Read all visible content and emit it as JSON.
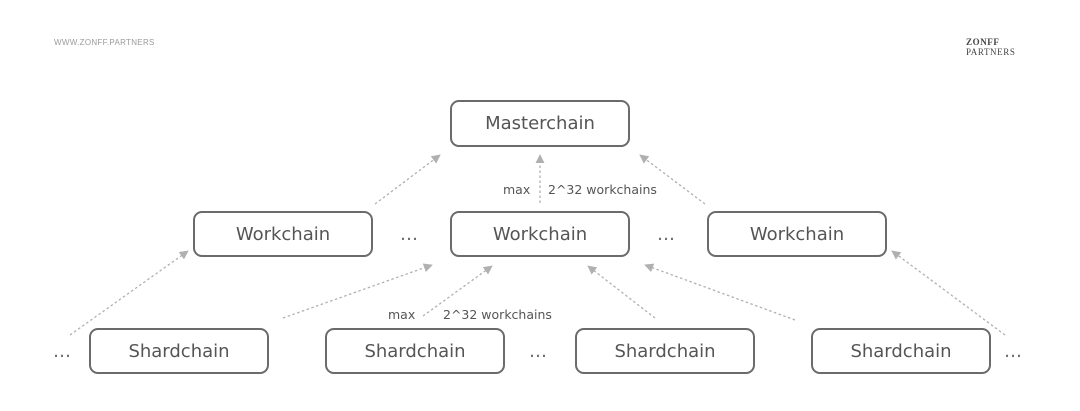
{
  "header": {
    "site_url": "WWW.ZONFF.PARTNERS",
    "logo_line1": "ZONFF",
    "logo_line2": "PARTNERS"
  },
  "diagram": {
    "masterchain": "Masterchain",
    "workchains": [
      "Workchain",
      "Workchain",
      "Workchain"
    ],
    "shardchains": [
      "Shardchain",
      "Shardchain",
      "Shardchain",
      "Shardchain"
    ],
    "ellipsis": "…",
    "annotations": {
      "top_max": "max",
      "top_limit": "2^32 workchains",
      "bottom_max": "max",
      "bottom_limit": "2^32 workchains"
    }
  },
  "colors": {
    "box_border": "#6b6b6b",
    "arrow": "#b0b0b0",
    "text": "#555555"
  }
}
